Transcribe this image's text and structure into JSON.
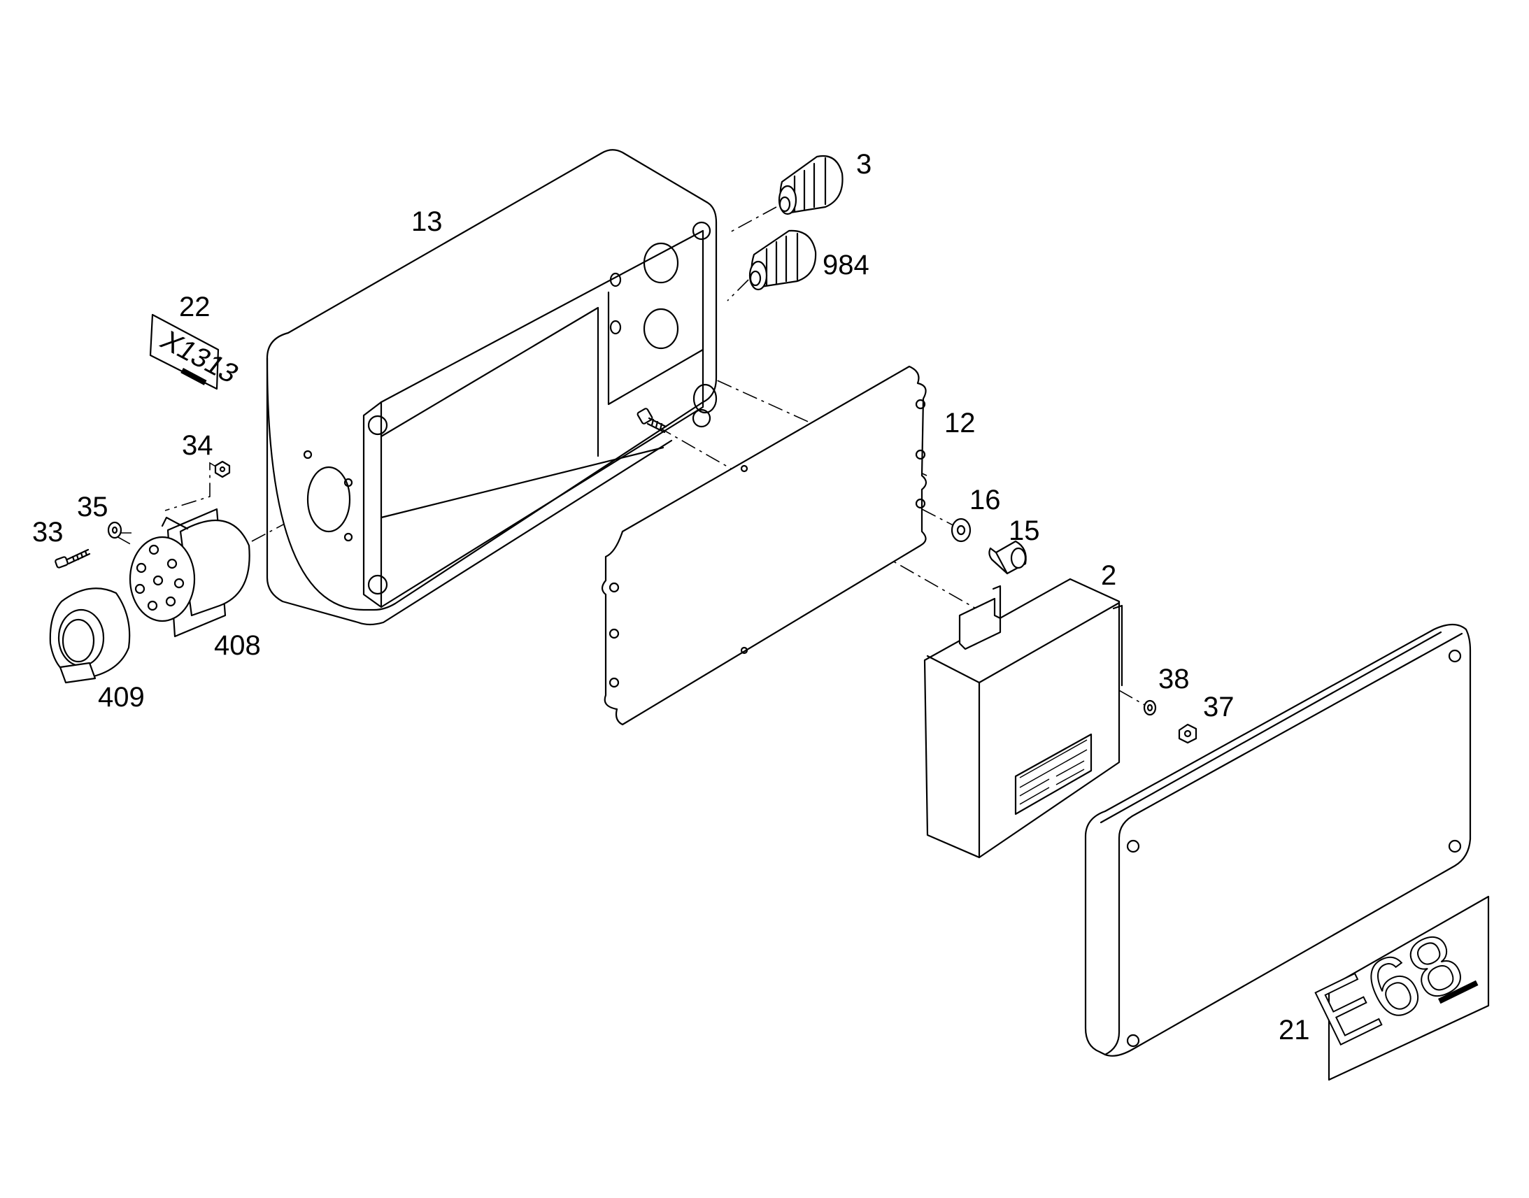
{
  "callouts": {
    "c3": "3",
    "c984": "984",
    "c13": "13",
    "c22": "22",
    "c34": "34",
    "c35": "35",
    "c33": "33",
    "c408": "408",
    "c409": "409",
    "c12": "12",
    "c16": "16",
    "c15": "15",
    "c2": "2",
    "c38": "38",
    "c37": "37",
    "c21": "21"
  },
  "plates": {
    "x1313": "X1313",
    "e68": "E68"
  },
  "colors": {
    "line": "#000000",
    "background": "#ffffff"
  }
}
